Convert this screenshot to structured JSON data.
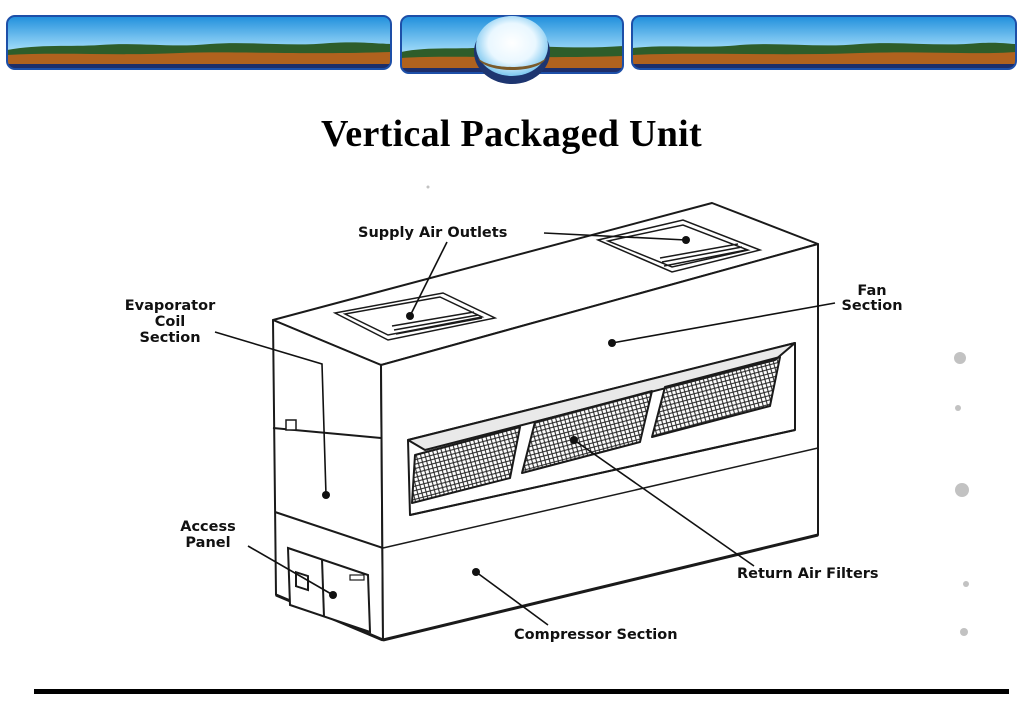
{
  "slide": {
    "title": "Vertical Packaged Unit"
  },
  "diagram": {
    "labels": {
      "supply_air_outlets": "Supply Air Outlets",
      "fan_section_line1": "Fan",
      "fan_section_line2": "Section",
      "evaporator_line1": "Evaporator",
      "evaporator_line2": "Coil",
      "evaporator_line3": "Section",
      "access_panel_line1": "Access",
      "access_panel_line2": "Panel",
      "return_air_filters": "Return Air Filters",
      "compressor_section": "Compressor Section"
    }
  },
  "colors": {
    "sky_top": "#2a9be0",
    "sky_bottom": "#e8f6ff",
    "hills": "#2e5d2a",
    "earth": "#b0621e",
    "frame_blue": "#1d4fa8"
  }
}
